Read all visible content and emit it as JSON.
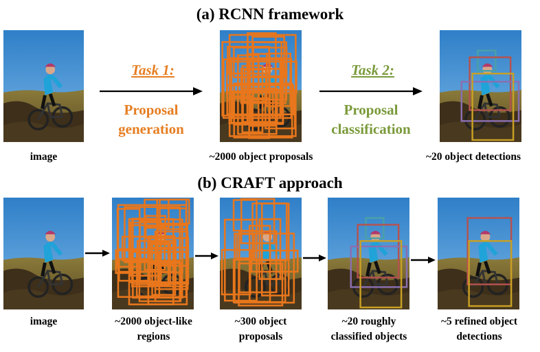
{
  "heading_a": "(a) RCNN framework",
  "heading_b": "(b) CRAFT approach",
  "task1": {
    "title": "Task 1:",
    "line1": "Proposal",
    "line2": "generation"
  },
  "task2": {
    "title": "Task 2:",
    "line1": "Proposal",
    "line2": "classification"
  },
  "captions_a": {
    "image": "image",
    "proposals": "~2000 object proposals",
    "detections": "~20 object detections"
  },
  "captions_b": {
    "image": "image",
    "regions_1": "~2000 object-like",
    "regions_2": "regions",
    "proposals_1": "~300 object",
    "proposals_2": "proposals",
    "classified_1": "~20 roughly",
    "classified_2": "classified objects",
    "refined_1": "~5 refined object",
    "refined_2": "detections"
  },
  "colors": {
    "proposal_box": "#e8761c",
    "task1_text": "#e67e22",
    "task2_text": "#7a9a3a",
    "box_red": "#b5524f",
    "box_purple": "#8a6fb0",
    "box_gold": "#c8a024",
    "box_teal": "#4aa0a8"
  }
}
